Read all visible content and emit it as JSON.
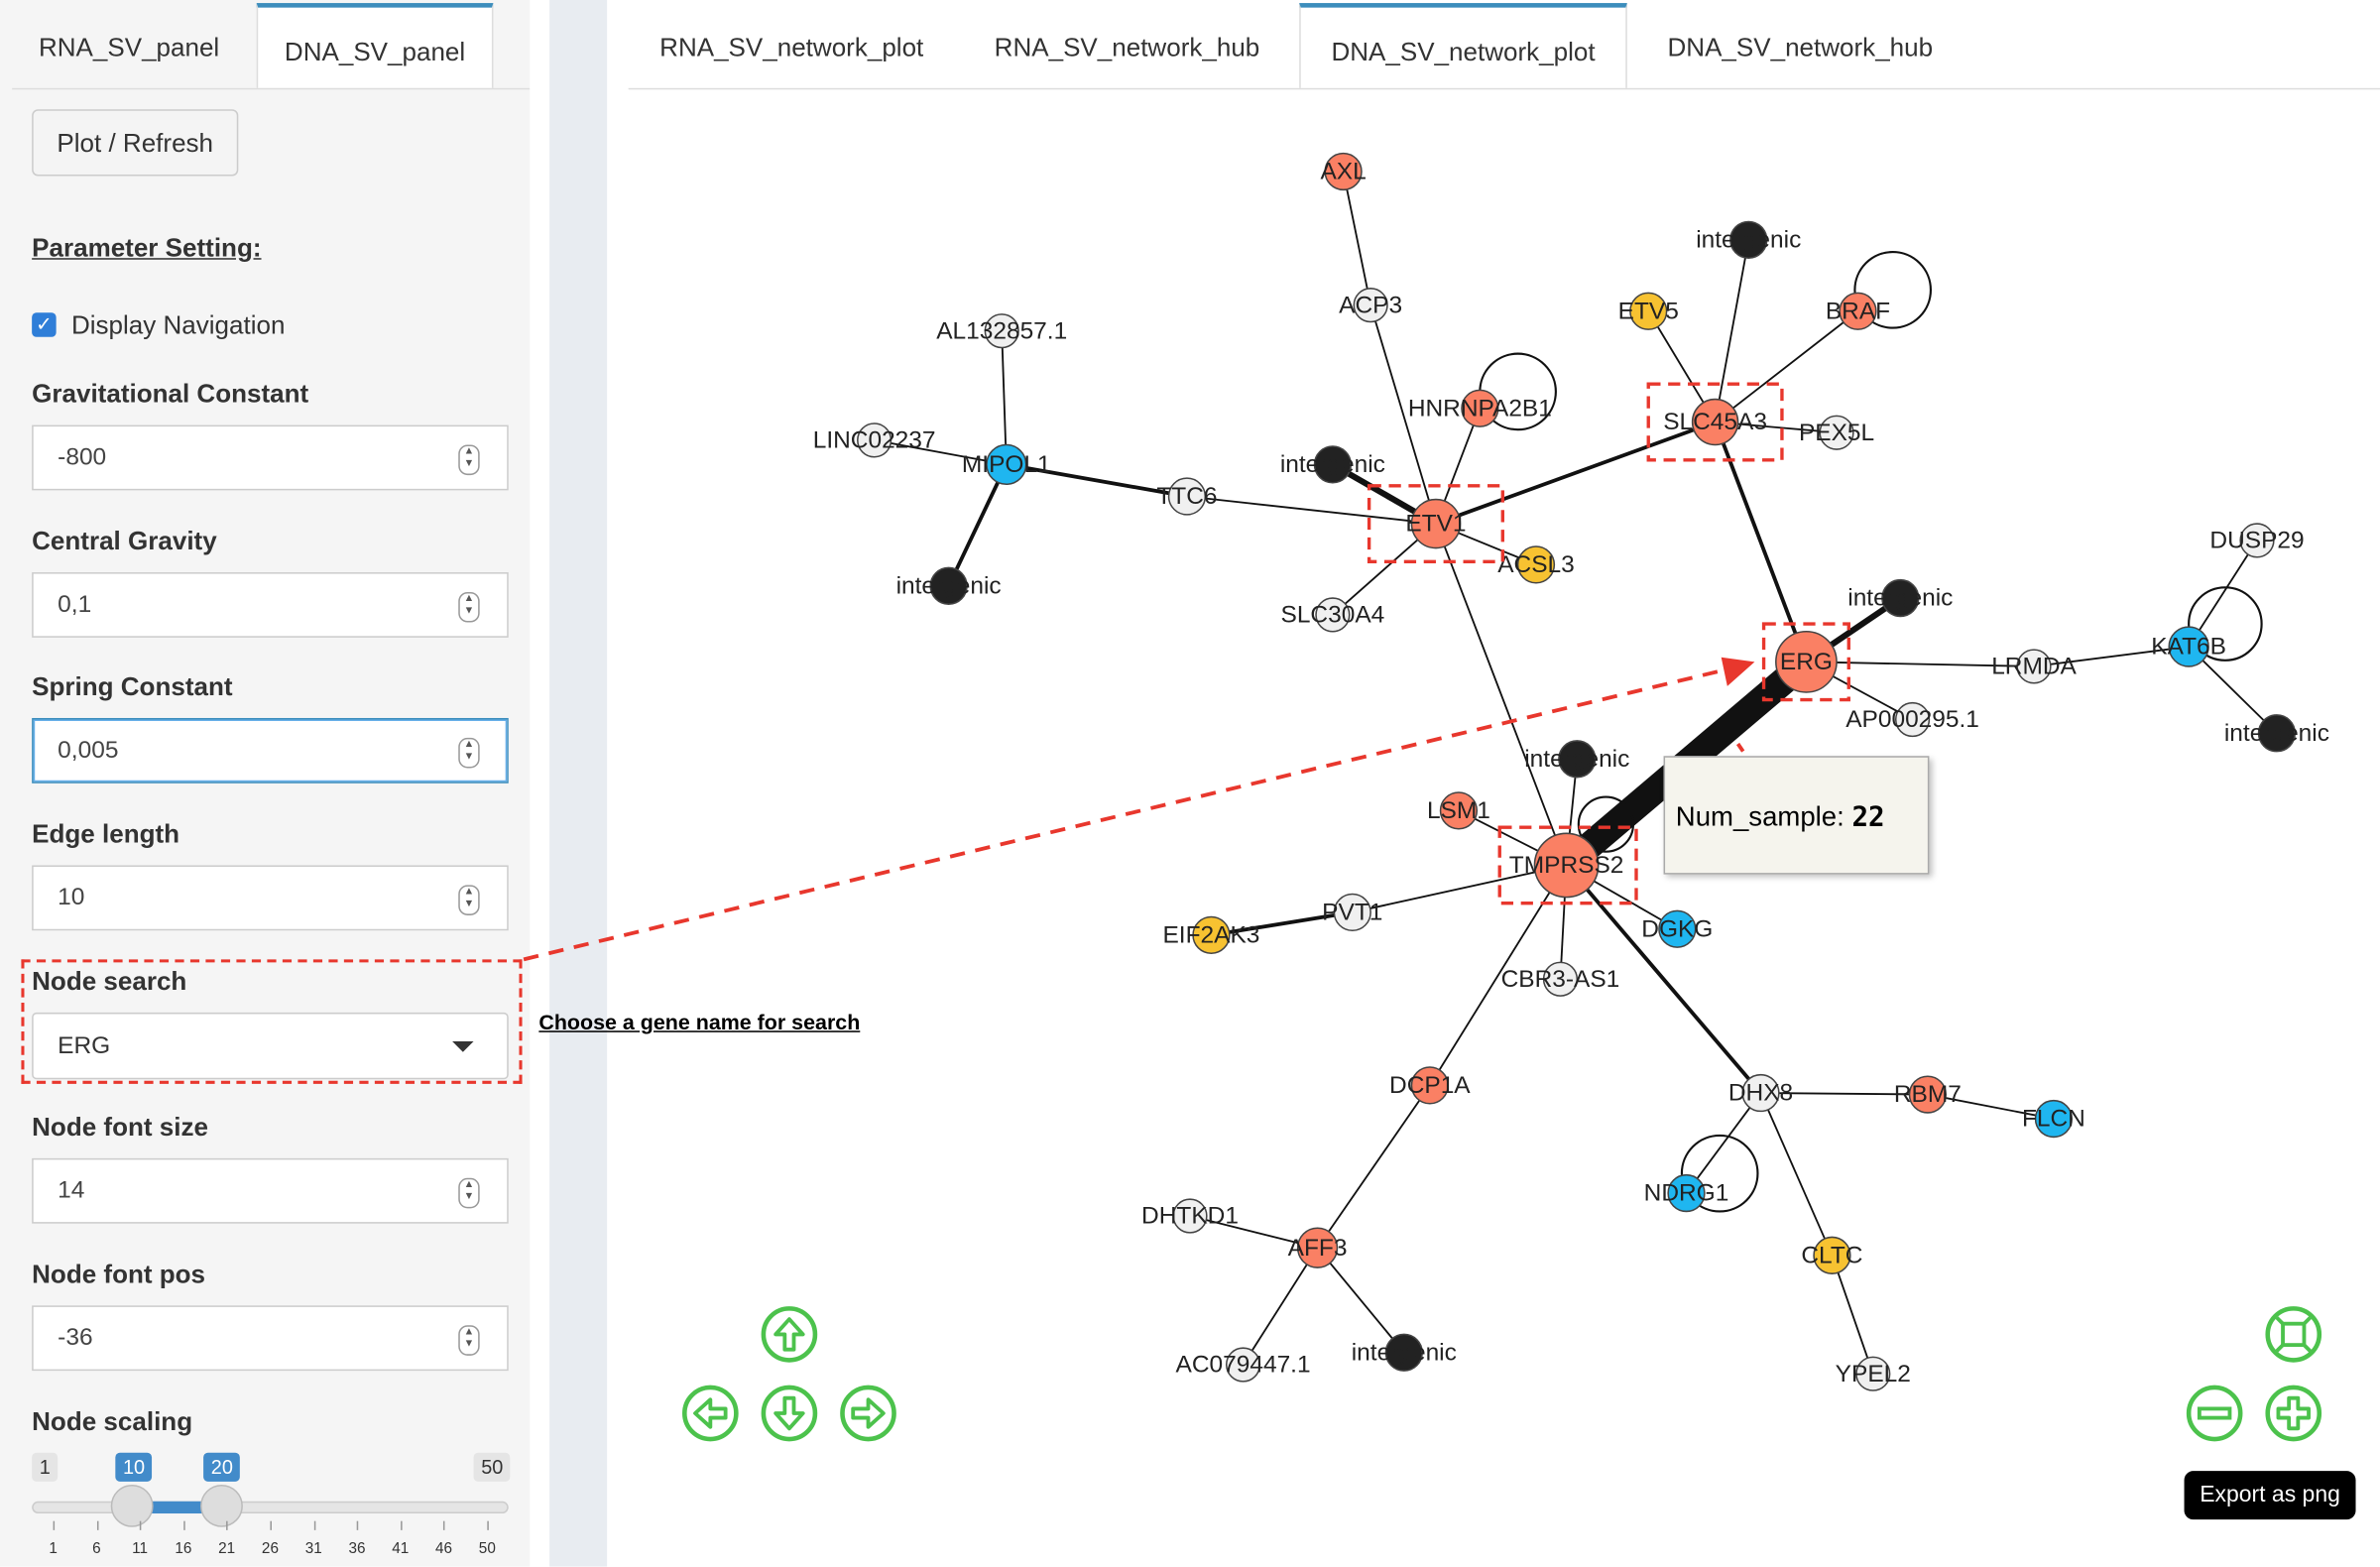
{
  "sidebar": {
    "tabs": [
      {
        "label": "RNA_SV_panel",
        "active": false
      },
      {
        "label": "DNA_SV_panel",
        "active": true
      }
    ],
    "plot_button": "Plot / Refresh",
    "parameter_title": "Parameter Setting:",
    "display_navigation": {
      "label": "Display Navigation",
      "checked": true
    },
    "fields": {
      "gravitational": {
        "label": "Gravitational Constant",
        "value": "-800"
      },
      "central_gravity": {
        "label": "Central Gravity",
        "value": "0,1"
      },
      "spring": {
        "label": "Spring Constant",
        "value": "0,005"
      },
      "edge_length": {
        "label": "Edge length",
        "value": "10"
      },
      "node_font_size": {
        "label": "Node font size",
        "value": "14"
      },
      "node_font_pos": {
        "label": "Node font pos",
        "value": "-36"
      }
    },
    "node_search": {
      "label": "Node search",
      "value": "ERG",
      "note": "Choose a gene name for search"
    },
    "node_scaling": {
      "label": "Node scaling",
      "min": "1",
      "max": "50",
      "low": "10",
      "high": "20",
      "ticks": [
        "1",
        "6",
        "11",
        "16",
        "21",
        "26",
        "31",
        "36",
        "41",
        "46",
        "50"
      ]
    }
  },
  "main": {
    "tabs": [
      {
        "label": "RNA_SV_network_plot",
        "active": false
      },
      {
        "label": "RNA_SV_network_hub",
        "active": false
      },
      {
        "label": "DNA_SV_network_plot",
        "active": true
      },
      {
        "label": "DNA_SV_network_hub",
        "active": false
      }
    ],
    "tooltip": {
      "label": "Num_sample:",
      "value": "22"
    },
    "export_label": "Export as png"
  },
  "colors": {
    "salmon": "#fa8064",
    "blue": "#1fb6f0",
    "yellow": "#f7c231",
    "black": "#222222",
    "white": "#f0f0f0",
    "highlight": "#e8372d",
    "nav_green": "#4cc24c"
  },
  "network": {
    "nodes": [
      {
        "id": "AXL",
        "label": "AXL",
        "color": "salmon"
      },
      {
        "id": "ACP3",
        "label": "ACP3",
        "color": "white"
      },
      {
        "id": "HNRNPA2B1",
        "label": "HNRNPA2B1",
        "color": "salmon"
      },
      {
        "id": "inter_top",
        "label": "intergenic",
        "color": "black"
      },
      {
        "id": "ETV5",
        "label": "ETV5",
        "color": "yellow"
      },
      {
        "id": "BRAF",
        "label": "BRAF",
        "color": "salmon"
      },
      {
        "id": "SLC45A3",
        "label": "SLC45A3",
        "color": "salmon"
      },
      {
        "id": "PEX5L",
        "label": "PEX5L",
        "color": "white"
      },
      {
        "id": "AL132857.1",
        "label": "AL132857.1",
        "color": "white"
      },
      {
        "id": "LINC02237",
        "label": "LINC02237",
        "color": "white"
      },
      {
        "id": "MIPOL1",
        "label": "MIPOL1",
        "color": "blue"
      },
      {
        "id": "inter_mipol",
        "label": "intergenic",
        "color": "black"
      },
      {
        "id": "TTC6",
        "label": "TTC6",
        "color": "white"
      },
      {
        "id": "inter_etv1",
        "label": "intergenic",
        "color": "black"
      },
      {
        "id": "ETV1",
        "label": "ETV1",
        "color": "salmon"
      },
      {
        "id": "ACSL3",
        "label": "ACSL3",
        "color": "yellow"
      },
      {
        "id": "SLC30A4",
        "label": "SLC30A4",
        "color": "white"
      },
      {
        "id": "ERG",
        "label": "ERG",
        "color": "salmon"
      },
      {
        "id": "inter_erg",
        "label": "intergenic",
        "color": "black"
      },
      {
        "id": "AP000295.1",
        "label": "AP000295.1",
        "color": "white"
      },
      {
        "id": "LRMDA",
        "label": "LRMDA",
        "color": "white"
      },
      {
        "id": "KAT6B",
        "label": "KAT6B",
        "color": "blue"
      },
      {
        "id": "DUSP29",
        "label": "DUSP29",
        "color": "white"
      },
      {
        "id": "inter_kat",
        "label": "intergenic",
        "color": "black"
      },
      {
        "id": "TMPRSS2",
        "label": "TMPRSS2",
        "color": "salmon"
      },
      {
        "id": "inter_tmp",
        "label": "intergenic",
        "color": "black"
      },
      {
        "id": "LSM1",
        "label": "LSM1",
        "color": "salmon"
      },
      {
        "id": "PVT1",
        "label": "PVT1",
        "color": "white"
      },
      {
        "id": "EIF2AK3",
        "label": "EIF2AK3",
        "color": "yellow"
      },
      {
        "id": "DGKG",
        "label": "DGKG",
        "color": "blue"
      },
      {
        "id": "CBR3-AS1",
        "label": "CBR3-AS1",
        "color": "white"
      },
      {
        "id": "DCP1A",
        "label": "DCP1A",
        "color": "salmon"
      },
      {
        "id": "DHX8",
        "label": "DHX8",
        "color": "white"
      },
      {
        "id": "RBM7",
        "label": "RBM7",
        "color": "salmon"
      },
      {
        "id": "FLCN",
        "label": "FLCN",
        "color": "blue"
      },
      {
        "id": "NDRG1",
        "label": "NDRG1",
        "color": "blue"
      },
      {
        "id": "CLTC",
        "label": "CLTC",
        "color": "yellow"
      },
      {
        "id": "YPEL2",
        "label": "YPEL2",
        "color": "white"
      },
      {
        "id": "DHTKD1",
        "label": "DHTKD1",
        "color": "white"
      },
      {
        "id": "AFF3",
        "label": "AFF3",
        "color": "salmon"
      },
      {
        "id": "AC079447.1",
        "label": "AC079447.1",
        "color": "white"
      },
      {
        "id": "inter_aff",
        "label": "intergenic",
        "color": "black"
      }
    ],
    "edges": [
      {
        "from": "AXL",
        "to": "ACP3",
        "samples": 1
      },
      {
        "from": "ACP3",
        "to": "ETV1",
        "samples": 1
      },
      {
        "from": "HNRNPA2B1",
        "to": "ETV1",
        "samples": 1
      },
      {
        "from": "inter_etv1",
        "to": "ETV1",
        "samples": 4
      },
      {
        "from": "TTC6",
        "to": "ETV1",
        "samples": 1
      },
      {
        "from": "ACSL3",
        "to": "ETV1",
        "samples": 1
      },
      {
        "from": "SLC30A4",
        "to": "ETV1",
        "samples": 1
      },
      {
        "from": "ETV1",
        "to": "SLC45A3",
        "samples": 2
      },
      {
        "from": "ETV1",
        "to": "TMPRSS2",
        "samples": 1
      },
      {
        "from": "SLC45A3",
        "to": "inter_top",
        "samples": 1
      },
      {
        "from": "SLC45A3",
        "to": "ETV5",
        "samples": 1
      },
      {
        "from": "SLC45A3",
        "to": "BRAF",
        "samples": 1
      },
      {
        "from": "SLC45A3",
        "to": "PEX5L",
        "samples": 1
      },
      {
        "from": "SLC45A3",
        "to": "ERG",
        "samples": 2
      },
      {
        "from": "MIPOL1",
        "to": "AL132857.1",
        "samples": 1
      },
      {
        "from": "MIPOL1",
        "to": "LINC02237",
        "samples": 1
      },
      {
        "from": "MIPOL1",
        "to": "inter_mipol",
        "samples": 2
      },
      {
        "from": "MIPOL1",
        "to": "TTC6",
        "samples": 2
      },
      {
        "from": "ERG",
        "to": "inter_erg",
        "samples": 4
      },
      {
        "from": "ERG",
        "to": "AP000295.1",
        "samples": 1
      },
      {
        "from": "ERG",
        "to": "LRMDA",
        "samples": 1
      },
      {
        "from": "ERG",
        "to": "TMPRSS2",
        "samples": 22
      },
      {
        "from": "LRMDA",
        "to": "KAT6B",
        "samples": 1
      },
      {
        "from": "KAT6B",
        "to": "DUSP29",
        "samples": 1
      },
      {
        "from": "KAT6B",
        "to": "inter_kat",
        "samples": 1
      },
      {
        "from": "TMPRSS2",
        "to": "inter_tmp",
        "samples": 1
      },
      {
        "from": "TMPRSS2",
        "to": "LSM1",
        "samples": 1
      },
      {
        "from": "TMPRSS2",
        "to": "PVT1",
        "samples": 1
      },
      {
        "from": "PVT1",
        "to": "EIF2AK3",
        "samples": 2
      },
      {
        "from": "TMPRSS2",
        "to": "DGKG",
        "samples": 1
      },
      {
        "from": "TMPRSS2",
        "to": "CBR3-AS1",
        "samples": 1
      },
      {
        "from": "TMPRSS2",
        "to": "DCP1A",
        "samples": 1
      },
      {
        "from": "TMPRSS2",
        "to": "DHX8",
        "samples": 2
      },
      {
        "from": "DHX8",
        "to": "RBM7",
        "samples": 1
      },
      {
        "from": "RBM7",
        "to": "FLCN",
        "samples": 1
      },
      {
        "from": "DHX8",
        "to": "NDRG1",
        "samples": 1
      },
      {
        "from": "DHX8",
        "to": "CLTC",
        "samples": 1
      },
      {
        "from": "CLTC",
        "to": "YPEL2",
        "samples": 1
      },
      {
        "from": "DCP1A",
        "to": "AFF3",
        "samples": 1
      },
      {
        "from": "AFF3",
        "to": "DHTKD1",
        "samples": 1
      },
      {
        "from": "AFF3",
        "to": "AC079447.1",
        "samples": 1
      },
      {
        "from": "AFF3",
        "to": "inter_aff",
        "samples": 1
      }
    ],
    "self_loops": [
      "BRAF",
      "HNRNPA2B1",
      "KAT6B",
      "NDRG1",
      "TMPRSS2"
    ],
    "highlighted": [
      "ETV1",
      "SLC45A3",
      "ERG",
      "TMPRSS2"
    ]
  }
}
